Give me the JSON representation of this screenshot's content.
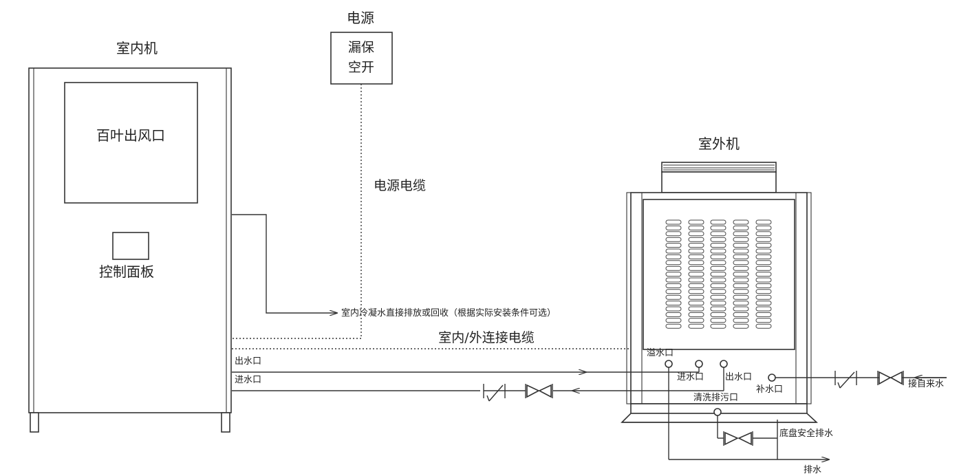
{
  "labels": {
    "indoor_unit": "室内机",
    "louver_outlet": "百叶出风口",
    "control_panel": "控制面板",
    "power": "电源",
    "breaker_line1": "漏保",
    "breaker_line2": "空开",
    "power_cable": "电源电缆",
    "outdoor_unit": "室外机",
    "condensate_note": "室内冷凝水直接排放或回收（根据实际安装条件可选）",
    "connection_cable": "室内/外连接电缆",
    "water_outlet_indoor": "出水口",
    "water_inlet_indoor": "进水口",
    "overflow": "溢水口",
    "water_inlet_outdoor": "进水口",
    "water_outlet_outdoor": "出水口",
    "makeup_water": "补水口",
    "tap_water": "接自来水",
    "cleaning_drain": "清洗排污口",
    "tray_drain": "底盘安全排水",
    "drain": "排水"
  }
}
